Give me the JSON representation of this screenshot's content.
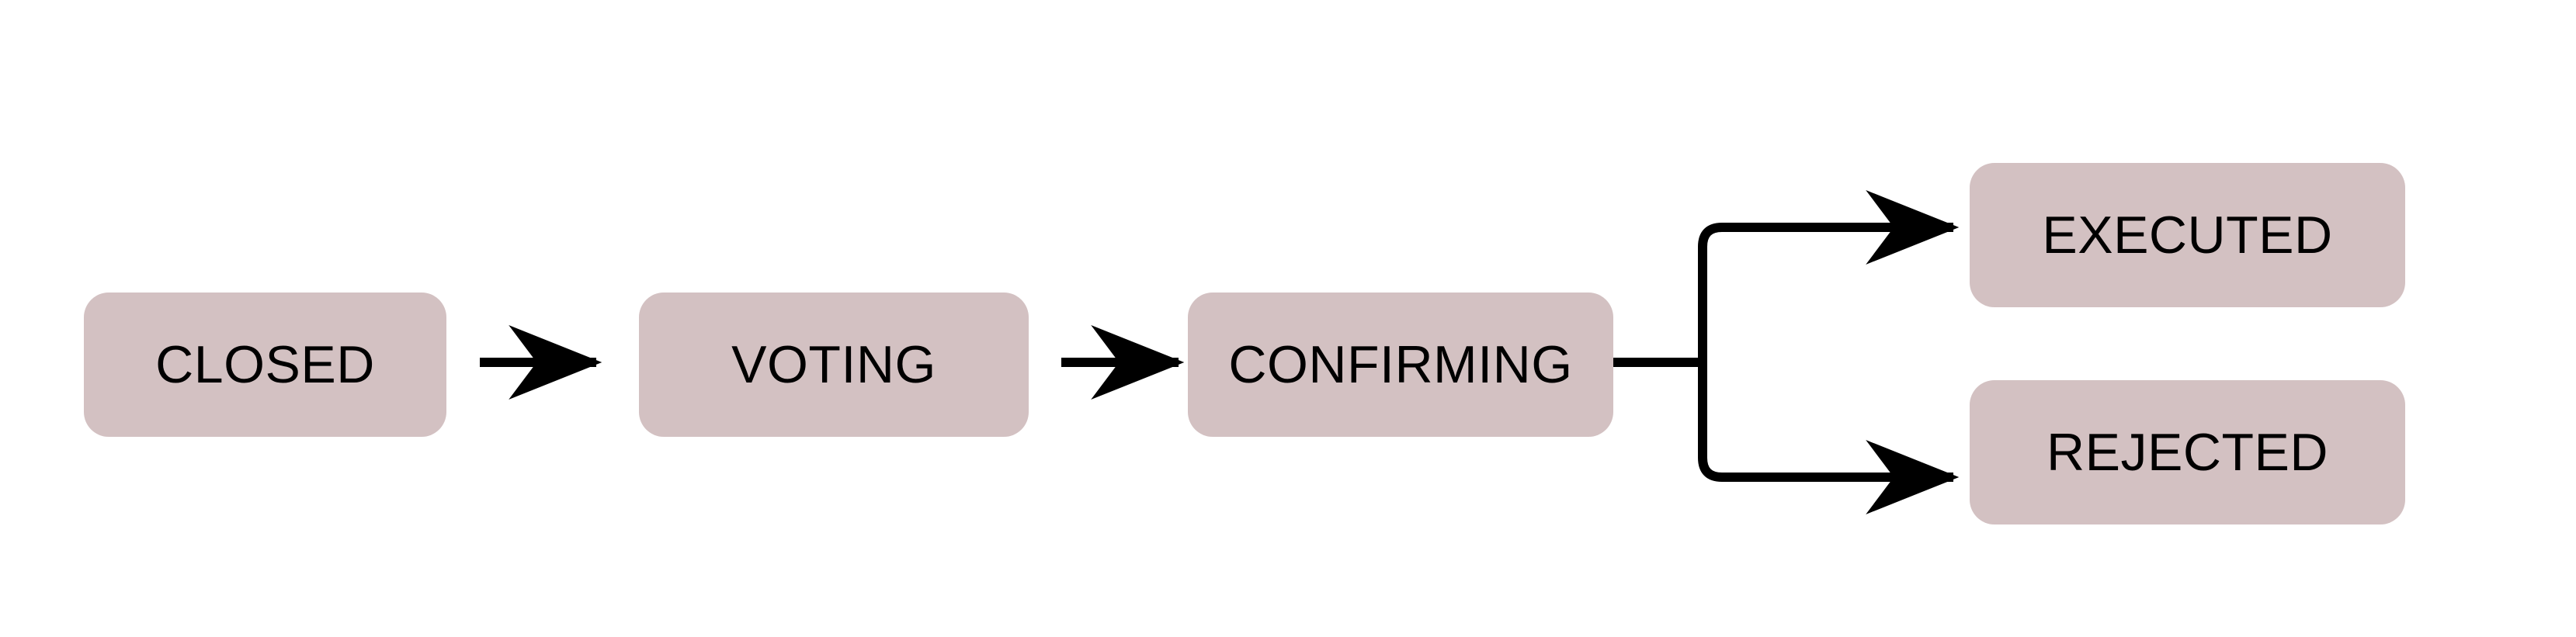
{
  "diagram": {
    "type": "flowchart",
    "orientation": "left-to-right",
    "background_color": "#FFFFFF",
    "node_fill_color": "#D3C1C2",
    "edge_color": "#000000",
    "nodes": [
      {
        "id": "closed",
        "label": "CLOSED"
      },
      {
        "id": "voting",
        "label": "VOTING"
      },
      {
        "id": "confirming",
        "label": "CONFIRMING"
      },
      {
        "id": "executed",
        "label": "EXECUTED"
      },
      {
        "id": "rejected",
        "label": "REJECTED"
      }
    ],
    "edges": [
      {
        "id": "closed-to-voting",
        "from": "closed",
        "to": "voting",
        "label": ""
      },
      {
        "id": "voting-to-confirming",
        "from": "voting",
        "to": "confirming",
        "label": ""
      },
      {
        "id": "confirming-to-executed",
        "from": "confirming",
        "to": "executed",
        "label": ""
      },
      {
        "id": "confirming-to-rejected",
        "from": "confirming",
        "to": "rejected",
        "label": ""
      }
    ]
  }
}
